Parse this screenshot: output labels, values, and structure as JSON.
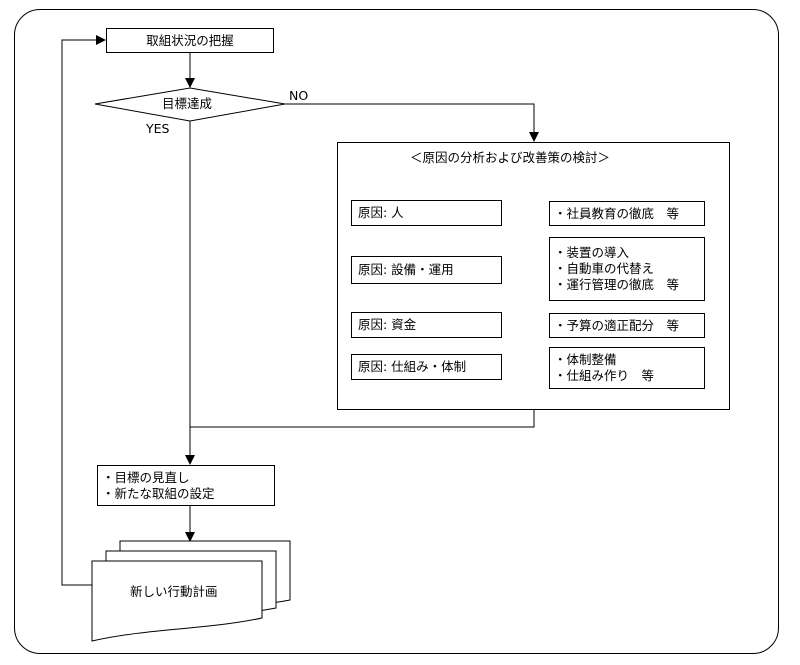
{
  "flow": {
    "start_box": "取組状況の把握",
    "decision": "目標達成",
    "no_label": "NO",
    "yes_label": "YES",
    "analysis_title": "＜原因の分析および改善策の検討＞",
    "causes": [
      {
        "cause": "原因: 人",
        "measures": [
          "・社員教育の徹底　等"
        ]
      },
      {
        "cause": "原因: 設備・運用",
        "measures": [
          "・装置の導入",
          "・自動車の代替え",
          "・運行管理の徹底　等"
        ]
      },
      {
        "cause": "原因: 資金",
        "measures": [
          "・予算の適正配分　等"
        ]
      },
      {
        "cause": "原因: 仕組み・体制",
        "measures": [
          "・体制整備",
          "・仕組み作り　等"
        ]
      }
    ],
    "review_lines": [
      "・目標の見直し",
      "・新たな取組の設定"
    ],
    "plan_doc": "新しい行動計画"
  }
}
